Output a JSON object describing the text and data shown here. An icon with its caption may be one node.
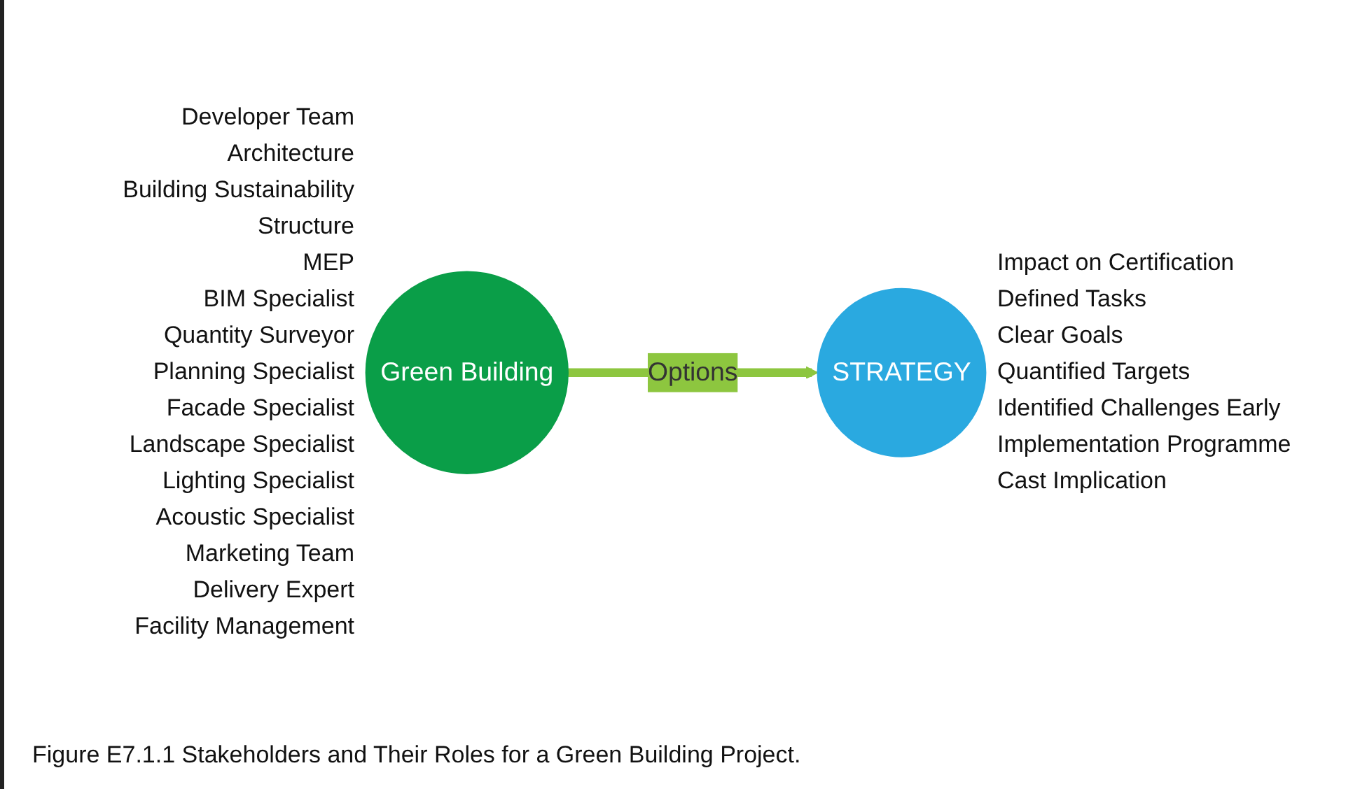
{
  "diagram": {
    "caption": "Figure E7.1.1 Stakeholders and Their Roles for a Green Building Project.",
    "nodes": [
      {
        "text": [
          "Green Building"
        ],
        "beside": [
          "Developer Team",
          "Architecture",
          "Building Sustainability",
          "Structure",
          "MEP",
          "BIM Specialist",
          "Quantity Surveyor",
          "Planning Specialist",
          "Facade Specialist",
          "Landscape Specialist",
          "Lighting Specialist",
          "Acoustic Specialist",
          "Marketing Team",
          "Delivery Expert",
          "Facility Management"
        ]
      },
      {
        "text": [
          "STRATEGY"
        ],
        "beside": [
          "Impact on Certification",
          "Defined Tasks",
          "Clear Goals",
          "Quantified Targets",
          "Identified Challenges Early",
          "Implementation Programme",
          "Cast Implication"
        ]
      }
    ],
    "edges": [
      {
        "from": 0,
        "to": 1,
        "arrow": "to",
        "label": "Options",
        "color": "#8dc63f"
      }
    ]
  }
}
